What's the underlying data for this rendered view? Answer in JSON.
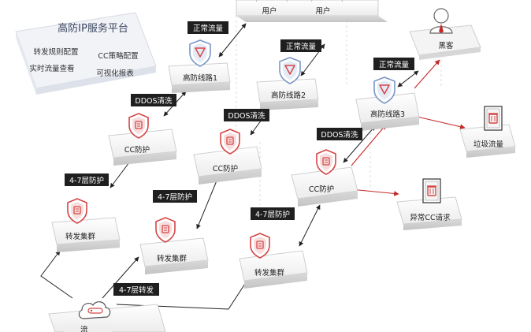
{
  "platform": {
    "title": "高防IP服务平台",
    "items": [
      "转发规则配置",
      "CC策略配置",
      "实时流量查看",
      "可视化报表"
    ]
  },
  "users": [
    "用户",
    "用户"
  ],
  "hacker": "黑客",
  "tags": {
    "normal_traffic": "正常流量",
    "ddos_clean": "DDOS清洗",
    "l47_protect": "4-7层防护",
    "l47_forward": "4-7层转发"
  },
  "nodes": {
    "line1": "高防线路1",
    "line2": "高防线路2",
    "line3": "高防线路3",
    "cc": "CC防护",
    "forward": "转发集群",
    "garbage": "垃圾流量",
    "abnormal_cc": "异常CC请求"
  },
  "colors": {
    "accent_red": "#c62828",
    "tag_bg": "#1f1f1f",
    "shield_red": "#d64545",
    "shield_blue": "#7b95c4",
    "panel_bg": "#f1f3f7"
  }
}
